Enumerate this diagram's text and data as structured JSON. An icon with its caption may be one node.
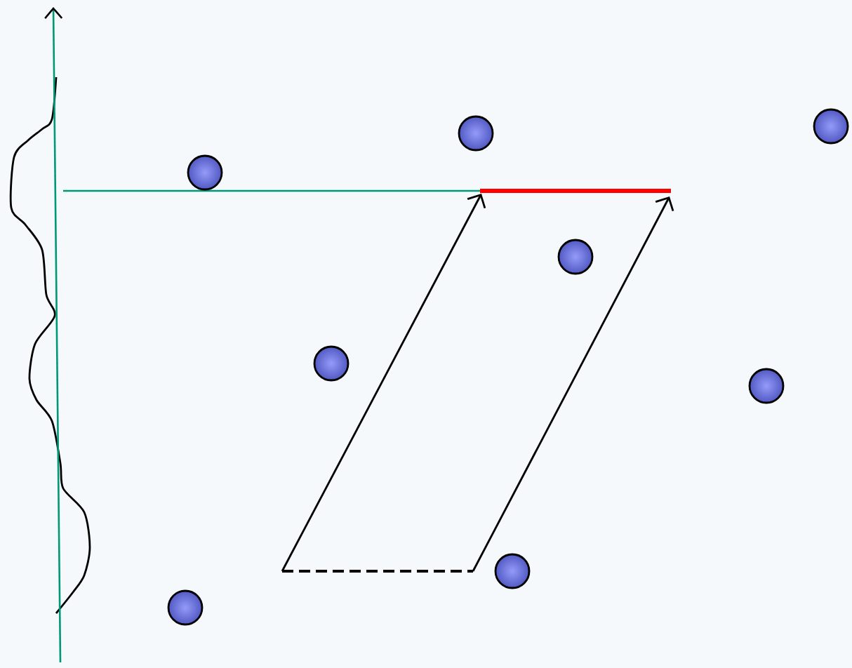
{
  "diagram": {
    "nodes": [
      {
        "text": [],
        "shape": "circle"
      },
      {
        "text": [],
        "shape": "circle"
      },
      {
        "text": [],
        "shape": "circle"
      },
      {
        "text": [],
        "shape": "circle"
      },
      {
        "text": [],
        "shape": "circle"
      },
      {
        "text": [],
        "shape": "circle"
      },
      {
        "text": [],
        "shape": "circle"
      },
      {
        "text": [],
        "shape": "circle"
      }
    ]
  }
}
